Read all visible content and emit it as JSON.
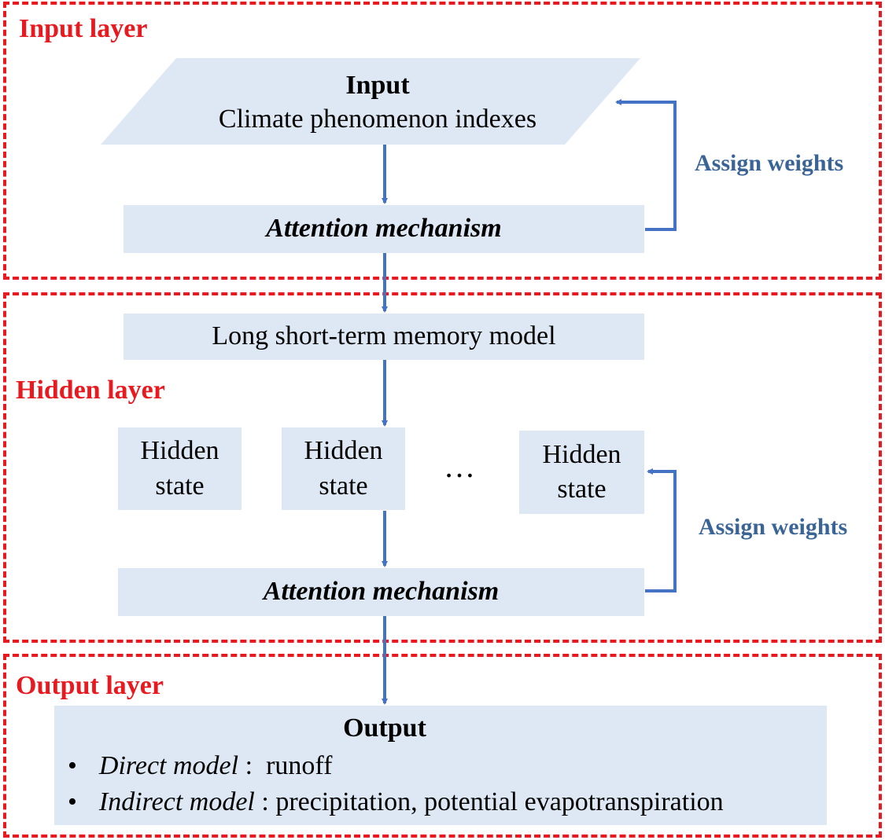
{
  "layers": {
    "input": "Input layer",
    "hidden": "Hidden layer",
    "output": "Output layer"
  },
  "input_box": {
    "title": "Input",
    "subtitle": "Climate phenomenon indexes"
  },
  "attention_input": "Attention mechanism",
  "lstm": "Long short-term memory model",
  "hidden_states": [
    {
      "line1": "Hidden",
      "line2": "state"
    },
    {
      "line1": "Hidden",
      "line2": "state"
    },
    {
      "line1": "Hidden",
      "line2": "state"
    }
  ],
  "ellipsis": "…",
  "attention_hidden": "Attention mechanism",
  "assign_weights_top": "Assign weights",
  "assign_weights_bottom": "Assign weights",
  "output": {
    "title": "Output",
    "items": [
      {
        "bullet": "•",
        "model": "Direct model",
        "sep": " :  ",
        "value": "runoff"
      },
      {
        "bullet": "•",
        "model": "Indirect model",
        "sep": " : ",
        "value": "precipitation, potential evapotranspiration"
      }
    ]
  },
  "colors": {
    "frame": "#e8191f",
    "box_fill": "#dde8f4",
    "arrow": "#4472c4",
    "weights_text": "#3a6496"
  }
}
